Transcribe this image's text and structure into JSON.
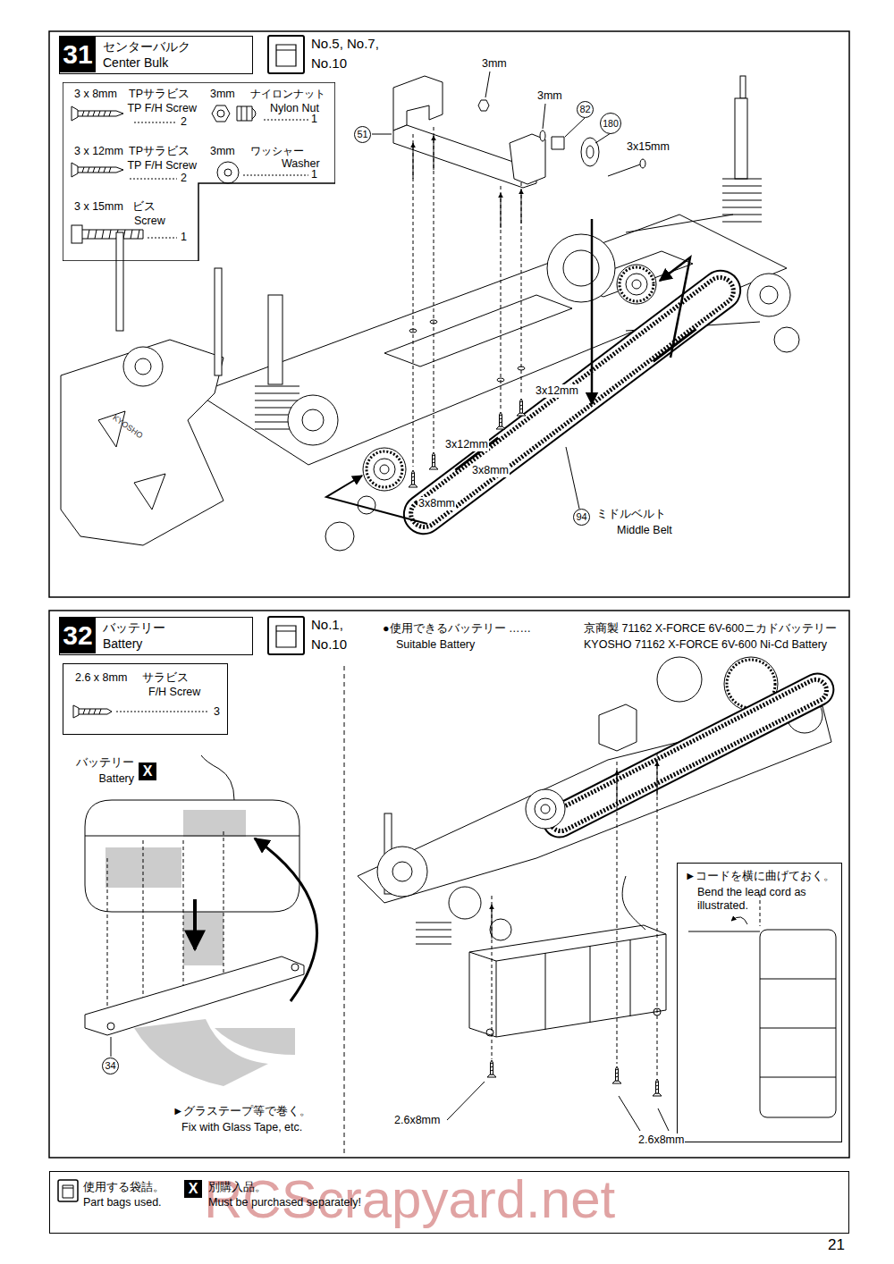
{
  "diagram": {
    "nodes": [
      {
        "text": [
          "センターバルク",
          "Center Bulk"
        ]
      },
      {
        "text": [
          "31"
        ],
        "in": 0
      },
      {
        "text": [
          "3 x 8mm",
          "TPサラビス",
          "TP F/H Screw",
          "2",
          "3mm",
          "ナイロンナット",
          "Nylon Nut",
          "1",
          "3 x 12mm",
          "TPサラビス",
          "TP F/H Screw",
          "2",
          "3mm",
          "ワッシャー",
          "Washer",
          "1",
          "3 x 15mm",
          "ビス",
          "Screw",
          "1"
        ]
      },
      {
        "text": [
          "51"
        ]
      },
      {
        "text": [
          "82"
        ]
      },
      {
        "text": [
          "180"
        ]
      },
      {
        "text": [
          "94"
        ]
      },
      {
        "text": [
          "バッテリー",
          "Battery"
        ]
      },
      {
        "text": [
          "32"
        ],
        "in": 7
      },
      {
        "text": [
          "2.6 x 8mm",
          "サラビス",
          "F/H Screw",
          "3"
        ]
      },
      {
        "text": [
          "X"
        ]
      },
      {
        "text": [
          "34"
        ]
      },
      {
        "text": [
          "►コードを横に曲げておく。",
          "Bend the lead cord as illustrated."
        ]
      },
      {
        "text": [
          "使用する袋詰。",
          "Part bags used.",
          "別購入品。",
          "Must be purchased separately!"
        ]
      },
      {
        "text": [
          "X"
        ],
        "in": 13
      }
    ],
    "labels": [
      "No.5, No.7,",
      "No.10",
      "3mm",
      "3mm",
      "3x15mm",
      "3x12mm",
      "3x12mm",
      "3x8mm",
      "3x8mm",
      "ミドルベルト",
      "Middle Belt",
      "KYOSHO",
      "No.1,",
      "No.10",
      "●使用できるバッテリー ……",
      "京商製 71162 X-FORCE 6V-600ニカドバッテリー",
      "Suitable Battery",
      "KYOSHO 71162 X-FORCE 6V-600 Ni-Cd Battery",
      "バッテリー",
      "Battery",
      "►グラステープ等で巻く。",
      "Fix with Glass Tape, etc.",
      "2.6x8mm",
      "2.6x8mm",
      "21",
      "RCScrapyard.net"
    ]
  }
}
